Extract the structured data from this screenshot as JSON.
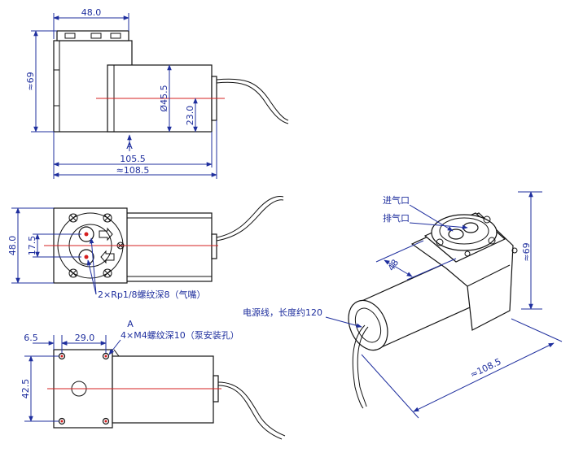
{
  "colors": {
    "dimension": "#1f2f9e",
    "outline": "#111111",
    "centerline": "#d62020"
  },
  "side_view": {
    "width_top": "48.0",
    "height": "≈69",
    "diameter": "Ø45.5",
    "center_height": "23.0",
    "length_body": "105.5",
    "length_total": "≈108.5",
    "section_marker": "A"
  },
  "front_view": {
    "height": "48.0",
    "port_spacing": "17.5",
    "port_note": "2×Rp1/8螺纹深8（气嘴）"
  },
  "bottom_view": {
    "edge_offset": "6.5",
    "hole_spacing_x": "29.0",
    "hole_spacing_y": "42.5",
    "section_marker": "A",
    "hole_note": "4×M4螺纹深10（泵安装孔）"
  },
  "iso_view": {
    "inlet_label": "进气口",
    "outlet_label": "排气口",
    "cable_label": "电源线，长度约120",
    "width": "48",
    "height": "≈69",
    "length": "≈108.5"
  }
}
